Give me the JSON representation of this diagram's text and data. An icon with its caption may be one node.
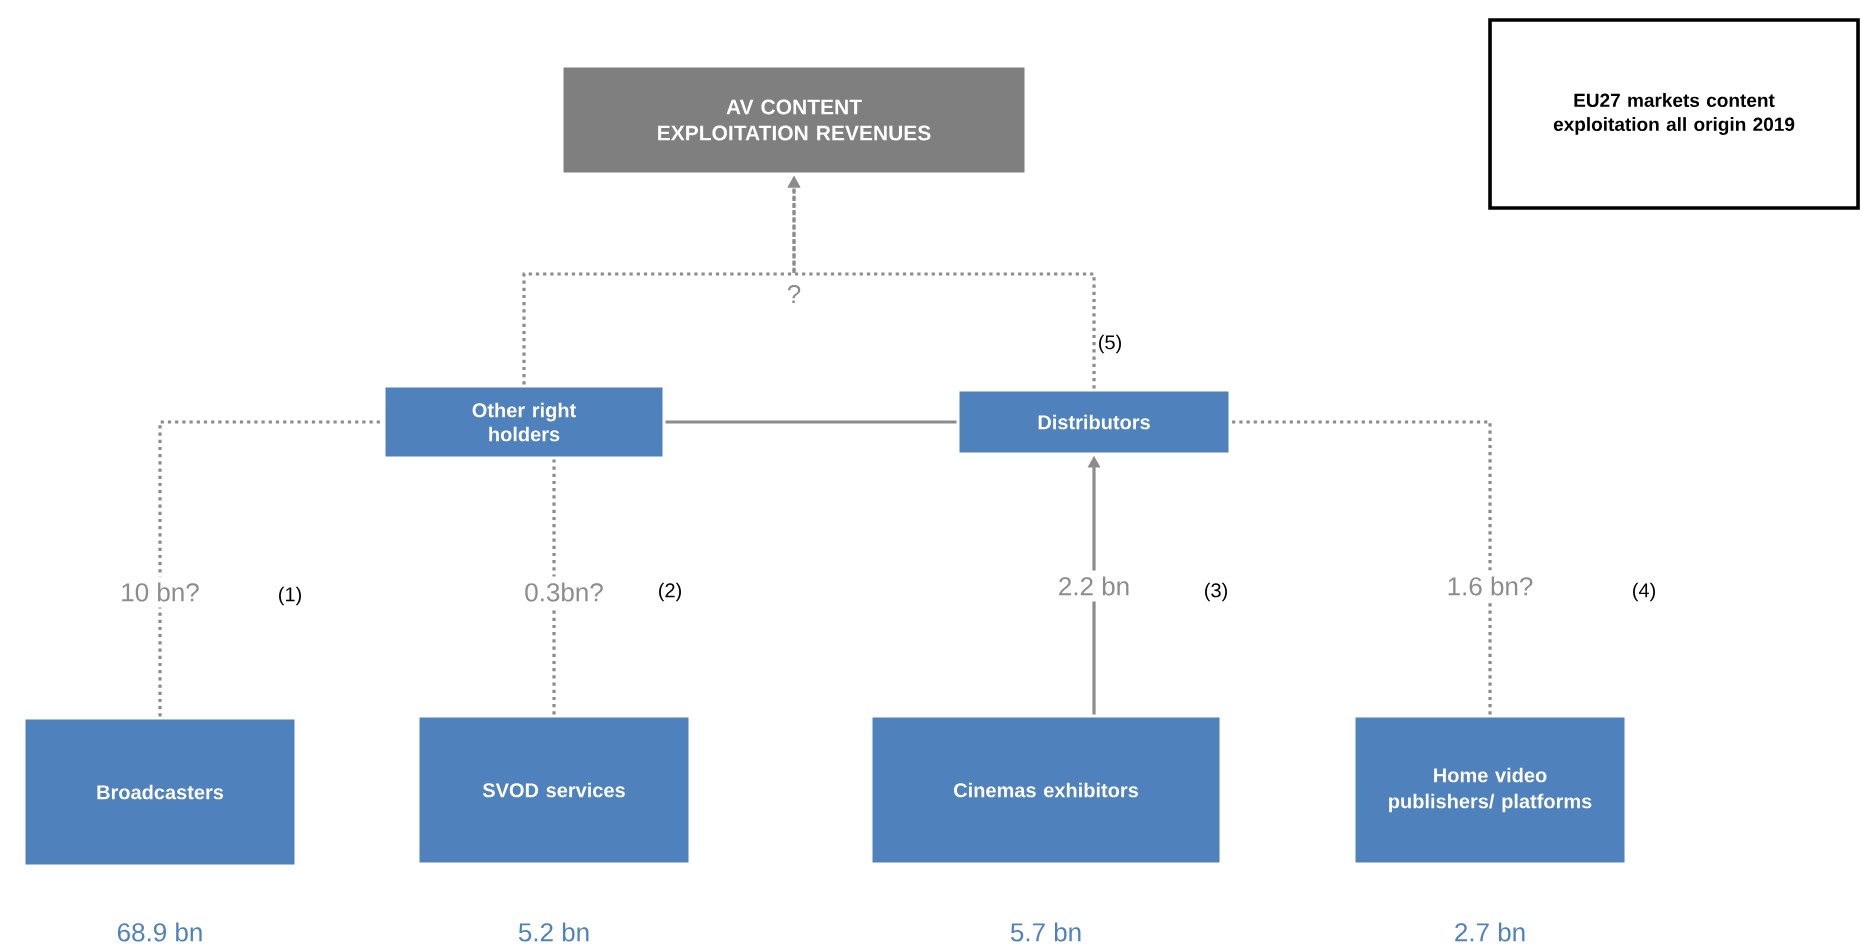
{
  "diagram": {
    "nodes": [
      {
        "text": [
          "AV CONTENT EXPLOITATION REVENUES"
        ]
      },
      {
        "text": [
          "EU27 markets content exploitation all origin 2019"
        ]
      },
      {
        "text": [
          "Other right holders"
        ]
      },
      {
        "text": [
          "Distributors"
        ]
      },
      {
        "text": [
          "Broadcasters"
        ],
        "beside": [
          "68.9 bn"
        ]
      },
      {
        "text": [
          "SVOD services"
        ],
        "beside": [
          "5.2 bn"
        ]
      },
      {
        "text": [
          "Cinemas exhibitors"
        ],
        "beside": [
          "5.7 bn"
        ]
      },
      {
        "text": [
          "Home video publishers/ platforms"
        ],
        "beside": [
          "2.7 bn"
        ]
      }
    ],
    "edges": [
      {
        "from": 2,
        "to": 0,
        "arrow": "to",
        "style": "dashed",
        "label": "?"
      },
      {
        "from": 3,
        "to": 0,
        "arrow": "to",
        "style": "dashed"
      },
      {
        "from": 4,
        "to": 2,
        "arrow": "none",
        "style": "dashed",
        "label": "10 bn?"
      },
      {
        "from": 5,
        "to": 2,
        "arrow": "none",
        "style": "dashed",
        "label": "0.3bn?"
      },
      {
        "from": 6,
        "to": 3,
        "arrow": "to",
        "label": "2.2 bn"
      },
      {
        "from": 7,
        "to": 3,
        "arrow": "none",
        "style": "dashed",
        "label": "1.6 bn?"
      },
      {
        "from": 2,
        "to": 3,
        "arrow": "none"
      }
    ],
    "labels": [
      "(5)",
      "(1)",
      "(2)",
      "(3)",
      "(4)"
    ]
  }
}
